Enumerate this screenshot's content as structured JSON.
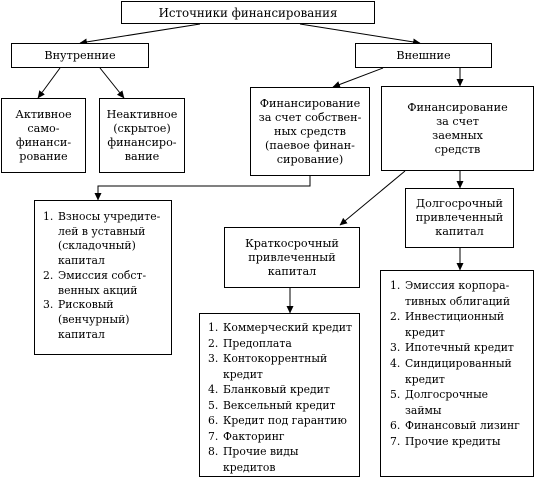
{
  "root": "Источники финансирования",
  "internal": {
    "title": "Внутренние",
    "active": "Активное\nсамо-\nфинанси-\nрование",
    "passive": "Неактивное\n(скрытое)\nфинансиро-\nвание",
    "list": [
      "Взносы учредите-\nлей в уставный\n(складочный)\nкапитал",
      "Эмиссия собст-\nвенных акций",
      "Рисковый\n(венчурный)\nкапитал"
    ]
  },
  "external": {
    "title": "Внешние",
    "own": "Финансирование\nза счет собствен-\nных средств\n(паевое финан-\nсирование)",
    "borrowed": "Финансирование\nза счет\nзаемных\nсредств",
    "short_term": {
      "title": "Краткосрочный\nпривлеченный\nкапитал",
      "items": [
        "Коммерческий кредит",
        "Предоплата",
        "Контокоррентный\nкредит",
        "Бланковый кредит",
        "Вексельный кредит",
        "Кредит под гарантию",
        "Факторинг",
        "Прочие виды\nкредитов"
      ]
    },
    "long_term": {
      "title": "Долгосрочный\nпривлеченный\nкапитал",
      "items": [
        "Эмиссия корпора-\nтивных облигаций",
        "Инвестиционный\nкредит",
        "Ипотечный кредит",
        "Синдицированный\nкредит",
        "Долгосрочные\nзаймы",
        "Финансовый лизинг",
        "Прочие кредиты"
      ]
    }
  }
}
